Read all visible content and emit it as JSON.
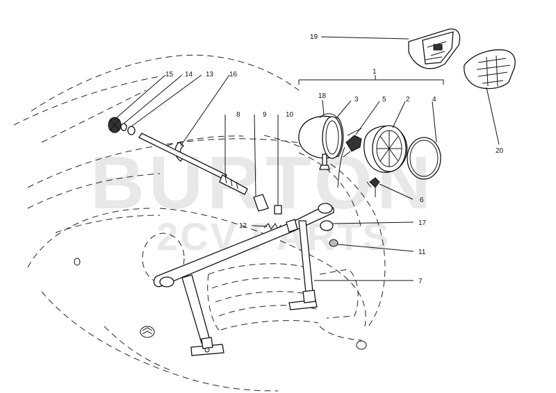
{
  "watermark": {
    "line1": "BURTON",
    "line2": "2CV PARTS"
  },
  "callouts": {
    "c1": "1",
    "c2": "2",
    "c3": "3",
    "c4": "4",
    "c5": "5",
    "c6": "6",
    "c7": "7",
    "c8": "8",
    "c9": "9",
    "c10": "10",
    "c11": "11",
    "c12": "12",
    "c13": "13",
    "c14": "14",
    "c15": "15",
    "c16": "16",
    "c17": "17",
    "c18": "18",
    "c19": "19",
    "c20": "20"
  },
  "colors": {
    "ink": "#111111",
    "watermark": "#e8e8e8",
    "background": "#ffffff"
  }
}
